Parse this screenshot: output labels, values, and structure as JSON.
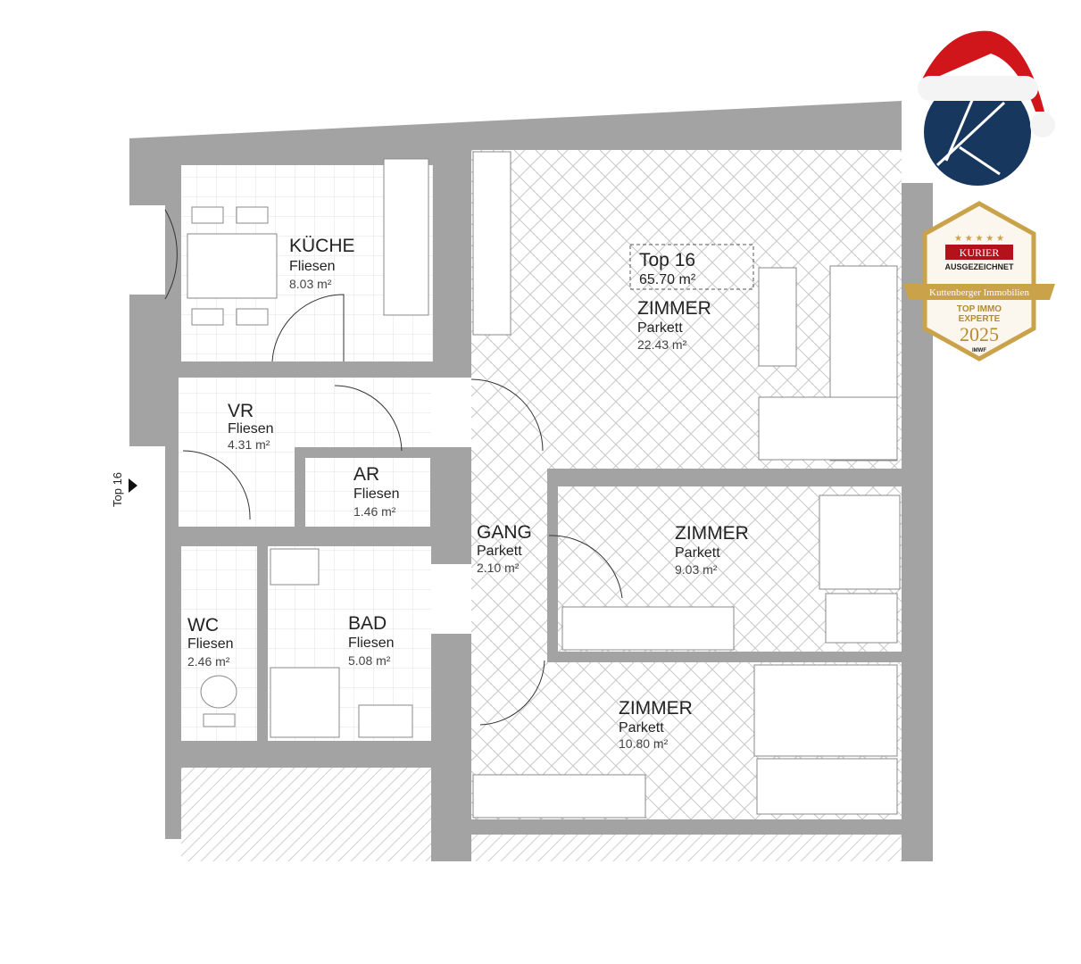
{
  "apartment": {
    "name": "Top 16",
    "area": "65.70  m²"
  },
  "entrance_label": "Top 16",
  "rooms": [
    {
      "name": "KÜCHE",
      "floor": "Fliesen",
      "area": "8.03 m²"
    },
    {
      "name": "ZIMMER",
      "floor": "Parkett",
      "area": "22.43 m²"
    },
    {
      "name": "VR",
      "floor": "Fliesen",
      "area": "4.31 m²"
    },
    {
      "name": "AR",
      "floor": "Fliesen",
      "area": "1.46 m²"
    },
    {
      "name": "GANG",
      "floor": "Parkett",
      "area": "2.10 m²"
    },
    {
      "name": "ZIMMER",
      "floor": "Parkett",
      "area": "9.03 m²"
    },
    {
      "name": "WC",
      "floor": "Fliesen",
      "area": "2.46 m²"
    },
    {
      "name": "BAD",
      "floor": "Fliesen",
      "area": "5.08 m²"
    },
    {
      "name": "ZIMMER",
      "floor": "Parkett",
      "area": "10.80 m²"
    }
  ],
  "badge": {
    "brand": "KURIER",
    "subtitle": "AUSGEZEICHNET",
    "company": "Kuttenberger Immobilien",
    "line1": "TOP IMMO",
    "line2": "EXPERTE",
    "year": "2025",
    "source": "IMWF"
  },
  "colors": {
    "wall": "#a3a3a3",
    "logo": "#17375e",
    "gold": "#c9a24a",
    "kurier_red": "#b3121b"
  }
}
